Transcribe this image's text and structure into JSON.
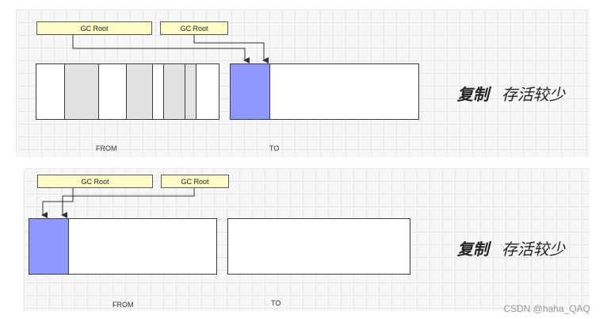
{
  "gc_root_label": "GC Root",
  "diagram_1": {
    "from_label": "FROM",
    "to_label": "TO",
    "caption_bold": "复制",
    "caption_text": "存活较少"
  },
  "diagram_2": {
    "from_label": "FROM",
    "to_label": "TO",
    "caption_bold": "复制",
    "caption_text": "存活较少"
  },
  "watermark": "CSDN @haha_QAQ",
  "colors": {
    "gc_root_fill": "#fdfcc6",
    "live_object_fill": "#e2e2e2",
    "copied_object_fill": "#9099ff",
    "grid_background": "#f7f7f7"
  }
}
